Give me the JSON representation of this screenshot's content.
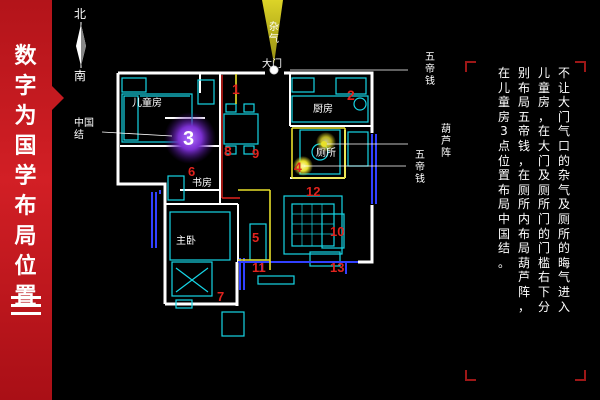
{
  "sidebar": {
    "title_chars": [
      "数",
      "字",
      "为",
      "国",
      "学",
      "布",
      "局",
      "位",
      "置"
    ],
    "bg_color": "#c41a20"
  },
  "compass": {
    "north": "北",
    "south": "南"
  },
  "door_label": "杂气",
  "entrance_label": "大门",
  "rooms": {
    "kitchen": "厨房",
    "children_room": "儿童房",
    "study": "书房",
    "master_bedroom": "主卧",
    "toilet": "厕所"
  },
  "callouts": {
    "five_coins_top": [
      "五",
      "帝",
      "钱"
    ],
    "gourd_array": [
      "葫",
      "芦",
      "阵"
    ],
    "five_coins_right": [
      "五",
      "帝",
      "钱"
    ],
    "china_knot": [
      "中",
      "国",
      "结"
    ]
  },
  "point_numbers": [
    "1",
    "2",
    "3",
    "4",
    "5",
    "6",
    "7",
    "8",
    "9",
    "10",
    "11",
    "12",
    "13"
  ],
  "highlight_number": "3",
  "notes_columns": [
    "不让大门气口的杂气及厕所的晦气进入",
    "儿童房，在大门及厕所门的门槛右下分",
    "别布局五帝钱，在厕所内布局葫芦阵，",
    "在儿童房3点位置布局中国结。"
  ],
  "colors": {
    "wall_white": "#ffffff",
    "cyan": "#16d6e6",
    "yellow": "#e8e02a",
    "red": "#e0231e",
    "blue": "#3140ff",
    "purple": "#8a3fd0"
  }
}
